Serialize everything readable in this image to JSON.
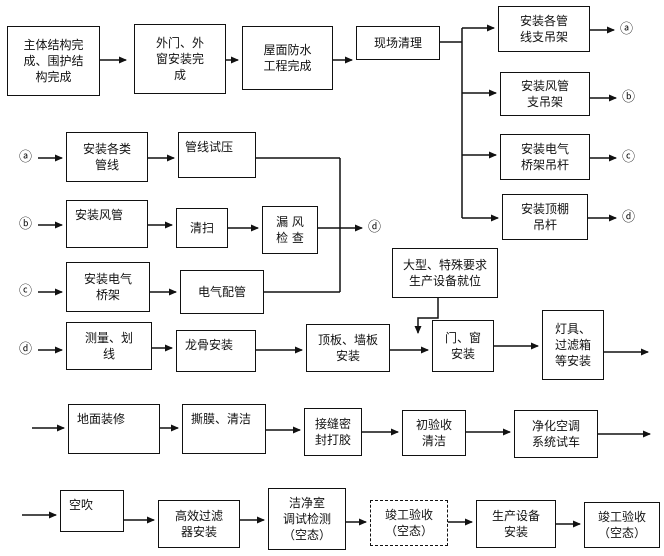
{
  "row1": {
    "n1": "主体结构完\n成、围护结\n构完成",
    "n2": "外门、外\n窗安装完\n成",
    "n3": "屋面防水\n工程完成",
    "n4": "现场清理"
  },
  "branch": {
    "b1": "安装各管\n线支吊架",
    "b2": "安装风管\n支吊架",
    "b3": "安装电气\n桥架吊杆",
    "b4": "安装顶棚\n吊杆"
  },
  "markers": {
    "a": "ⓐ",
    "b": "ⓑ",
    "c": "ⓒ",
    "d": "ⓓ"
  },
  "row_a": {
    "n1": "安装各类\n管线",
    "n2": "管线试压"
  },
  "row_b": {
    "n1": "安装风管",
    "n2": "清扫",
    "n3": "漏  风\n检  查"
  },
  "row_c": {
    "n1": "安装电气\n桥架",
    "n2": "电气配管"
  },
  "large_equipment": "大型、特殊要求\n生产设备就位",
  "row_d": {
    "n1": "测量、划\n线",
    "n2": "龙骨安装",
    "n3": "顶板、墙板\n安装",
    "n4": "门、窗\n安装",
    "n5": "灯具、\n过滤箱\n等安装"
  },
  "row5": {
    "n1": "地面装修",
    "n2": "撕膜、清洁",
    "n3": "接缝密\n封打胶",
    "n4": "初验收\n清洁",
    "n5": "净化空调\n系统试车"
  },
  "row6": {
    "n1": "空吹",
    "n2": "高效过滤\n器安装",
    "n3": "洁净室\n调试检测\n（空态）",
    "n4": "竣工验收\n（空态）",
    "n5": "生产设备\n安装",
    "n6": "竣工验收\n（空态）"
  }
}
